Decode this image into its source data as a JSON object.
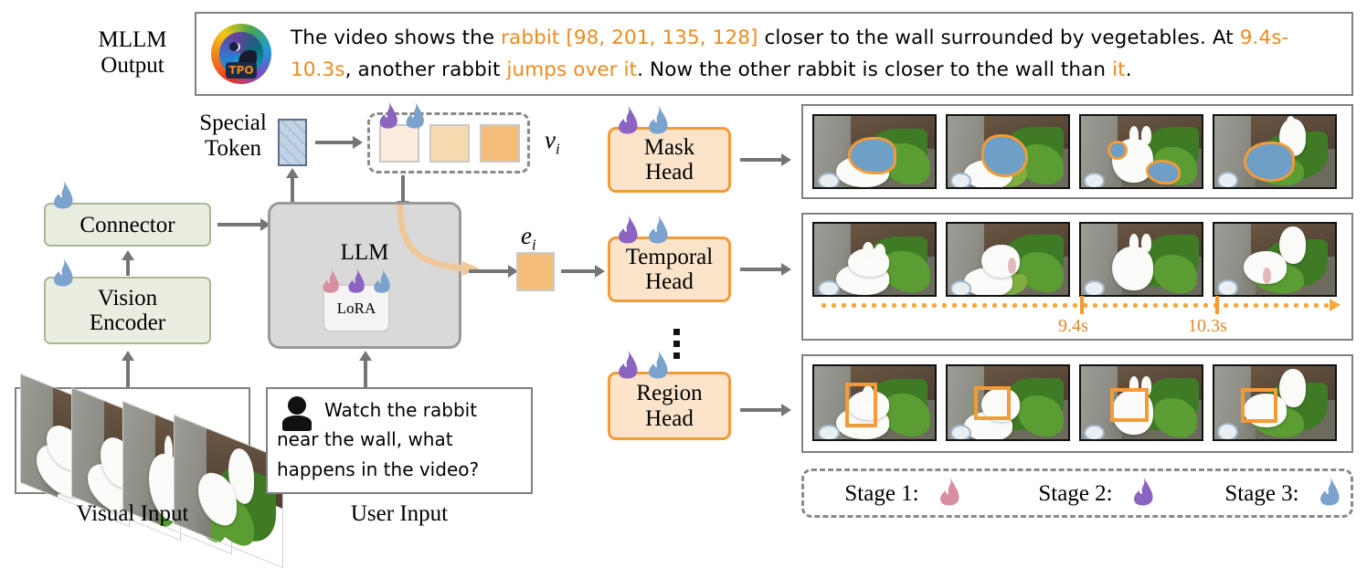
{
  "title": "Video MLLM architecture with task-specific heads",
  "left_labels": {
    "mllm_output": "MLLM\nOutput",
    "mllm_output_line1": "MLLM",
    "mllm_output_line2": "Output",
    "special_token_line1": "Special",
    "special_token_line2": "Token",
    "visual_input": "Visual Input",
    "user_input": "User Input"
  },
  "mllm_output": {
    "segments": [
      {
        "text": "The video shows the ",
        "color": "black"
      },
      {
        "text": "rabbit [98, 201, 135, 128]",
        "color": "orange"
      },
      {
        "text": " closer to the wall surrounded by vegetables. At ",
        "color": "black"
      },
      {
        "text": "9.4s-10.3s",
        "color": "orange"
      },
      {
        "text": ", another rabbit ",
        "color": "black"
      },
      {
        "text": "jumps over it",
        "color": "orange"
      },
      {
        "text": ". Now the other rabbit is closer to the wall than ",
        "color": "black"
      },
      {
        "text": "it",
        "color": "orange"
      },
      {
        "text": ".",
        "color": "black"
      }
    ],
    "full_text": "The video shows the rabbit [98, 201, 135, 128] closer to the wall surrounded by vegetables. At 9.4s-10.3s, another rabbit jumps over it. Now the other rabbit is closer to the wall than it.",
    "logo_label": "TPO"
  },
  "pipeline": {
    "vision_encoder": "Vision\nEncoder",
    "vision_encoder_line1": "Vision",
    "vision_encoder_line2": "Encoder",
    "connector": "Connector",
    "llm": "LLM",
    "lora": "LoRA",
    "v_i": "v",
    "v_i_sub": "i",
    "e_i": "e",
    "e_i_sub": "i"
  },
  "user_input": {
    "text": "Watch the rabbit near the wall, what happens in the video?",
    "line1": "Watch the rabbit",
    "line2": "near the wall, what",
    "line3": "happens in the video?"
  },
  "heads": [
    {
      "id": "mask",
      "line1": "Mask",
      "line2": "Head",
      "flames": [
        "stage2",
        "stage3"
      ]
    },
    {
      "id": "temporal",
      "line1": "Temporal",
      "line2": "Head",
      "flames": [
        "stage2",
        "stage3"
      ]
    },
    {
      "id": "region",
      "line1": "Region",
      "line2": "Head",
      "flames": [
        "stage2",
        "stage3"
      ]
    }
  ],
  "timeline": {
    "start_label": "9.4s",
    "end_label": "10.3s",
    "color": "#f5a93f"
  },
  "legend": {
    "items": [
      {
        "label": "Stage 1:",
        "color": "#d98fa2"
      },
      {
        "label": "Stage 2:",
        "color": "#8b63c0"
      },
      {
        "label": "Stage 3:",
        "color": "#7ba3cd"
      }
    ]
  },
  "colors": {
    "orange_accent": "#f08a1e",
    "head_border": "#f29b39",
    "head_fill": "#fbe4ca",
    "module_border": "#a8b894",
    "module_fill": "#e9eee1",
    "llm_fill": "#d9d9d9",
    "token_light": "#faebdc",
    "token_mid": "#f7d9b0",
    "token_dark": "#f5bd7a",
    "mask_fill": "#6d9fc7",
    "arrow_grey": "#757575",
    "flame_stage1": "#d98fa2",
    "flame_stage2": "#8b63c0",
    "flame_stage3": "#7ba3cd"
  },
  "token_groups": {
    "v_tokens": [
      "#faebdc",
      "#f7d9b0",
      "#f5bd7a"
    ],
    "e_token": "#f5bd7a",
    "special_token": "#a8bfd8"
  }
}
